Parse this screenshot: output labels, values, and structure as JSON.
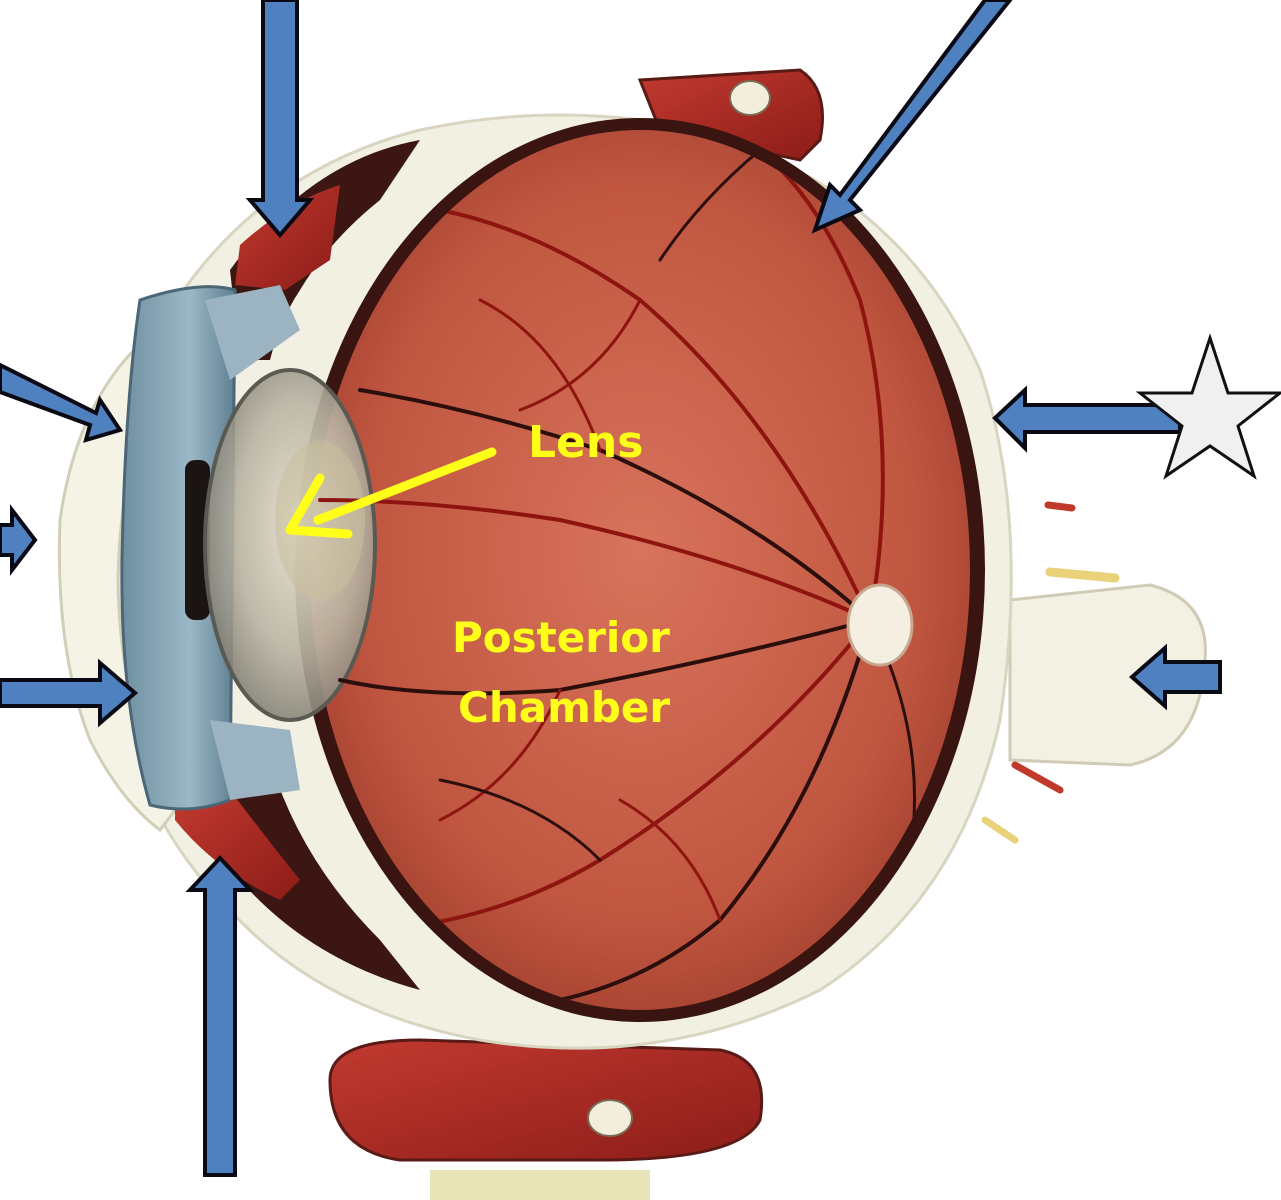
{
  "labels": {
    "lens": "Lens",
    "posterior_line1": "Posterior",
    "posterior_line2": "Chamber"
  },
  "colors": {
    "background": "#ffffff",
    "sclera": "#f1f0e2",
    "fundus": "#c65a43",
    "vessel": "#8e1410",
    "arrow_fill": "#4f80c0",
    "arrow_stroke": "#0a0a14",
    "label_yellow": "#ffff1a",
    "star_fill": "#f0f0f0"
  },
  "icons": {
    "unlabeled_arrows": "blue-arrow-icon",
    "lens_pointer": "yellow-arrow-icon",
    "marker": "star-icon"
  }
}
